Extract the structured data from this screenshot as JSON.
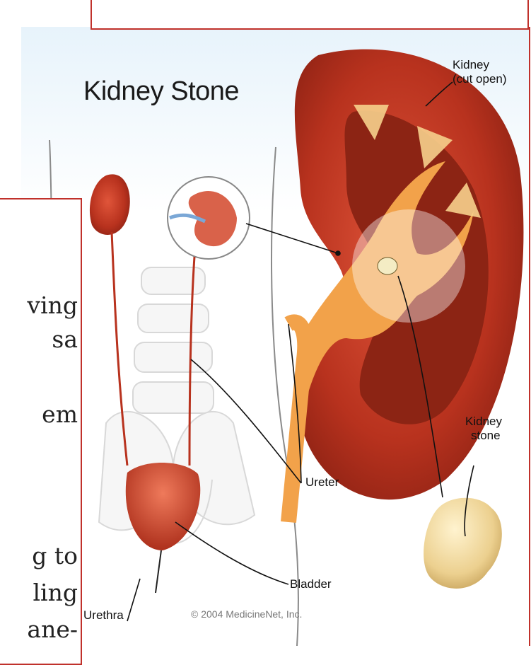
{
  "diagram": {
    "title": "Kidney Stone",
    "labels": {
      "kidney": "Kidney",
      "kidney_sub": "(cut open)",
      "kidney_stone_1": "Kidney",
      "kidney_stone_2": "stone",
      "ureter": "Ureter",
      "bladder": "Bladder",
      "urethra": "Urethra",
      "copyright": "© 2004 MedicineNet, Inc."
    }
  },
  "top_box": {
    "text": ""
  },
  "left_box": {
    "fragments": [
      "ving",
      "sa",
      "em",
      "g to",
      "ling",
      "ane-"
    ]
  },
  "colors": {
    "frame": "#c0312b",
    "kidney": "#b8321e",
    "ureter": "#f2a24a",
    "stone": "#f0d9a0"
  }
}
